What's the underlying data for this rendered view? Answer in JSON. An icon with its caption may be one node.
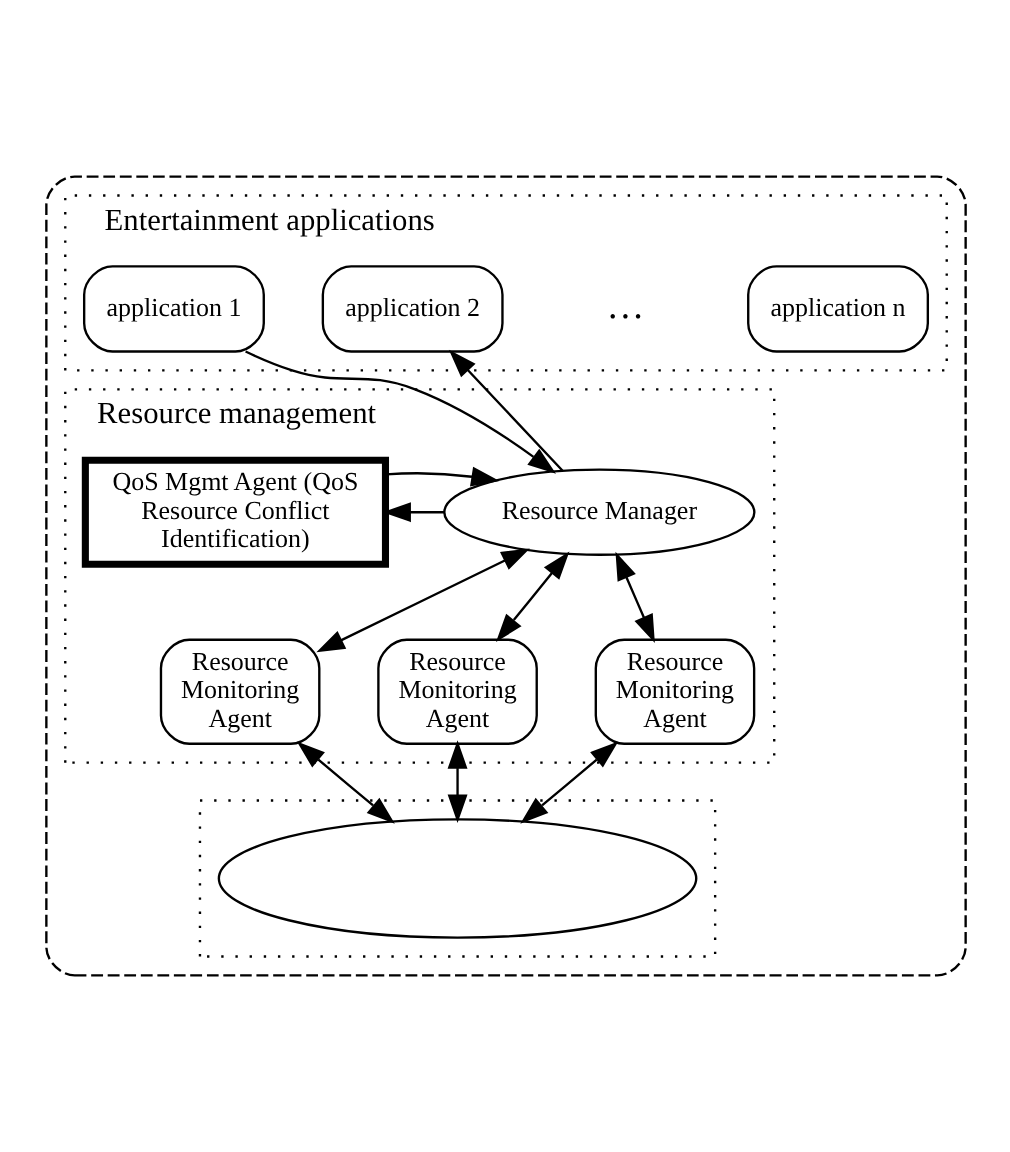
{
  "diagram": {
    "nodes": [
      {
        "text": [],
        "shape": "box"
      },
      {
        "text": [
          "Entertainment applications"
        ],
        "in": 0
      },
      {
        "text": [
          "application 1"
        ],
        "in": 1
      },
      {
        "text": [
          "application 2"
        ],
        "in": 1
      },
      {
        "text": [
          "application n"
        ],
        "in": 1
      },
      {
        "text": [
          "Resource management"
        ],
        "in": 0
      },
      {
        "text": [
          "Resource Manager"
        ],
        "in": 5
      },
      {
        "text": [
          "QoS Mgmt Agent (QoS Resource Conflict Identification)"
        ],
        "in": 5
      },
      {
        "text": [
          "Resource Monitoring Agent"
        ],
        "in": 5
      },
      {
        "text": [
          "Resource Monitoring Agent"
        ],
        "in": 5
      },
      {
        "text": [
          "Resource Monitoring Agent"
        ],
        "in": 5
      },
      {
        "text": [],
        "shape": "box",
        "in": 0
      },
      {
        "text": [],
        "shape": "ellipse",
        "in": 11
      }
    ],
    "edges": [
      {
        "from": 2,
        "to": 6,
        "arrow": "to"
      },
      {
        "from": 6,
        "to": 3,
        "arrow": "to"
      },
      {
        "from": 6,
        "to": 7,
        "arrow": "to"
      },
      {
        "from": 7,
        "to": 6,
        "arrow": "to"
      },
      {
        "from": 6,
        "to": 8,
        "arrow": "both"
      },
      {
        "from": 6,
        "to": 9,
        "arrow": "both"
      },
      {
        "from": 6,
        "to": 10,
        "arrow": "both"
      },
      {
        "from": 8,
        "to": 12,
        "arrow": "both"
      },
      {
        "from": 9,
        "to": 12,
        "arrow": "both"
      },
      {
        "from": 10,
        "to": 12,
        "arrow": "both"
      }
    ],
    "labels": [
      "…"
    ]
  }
}
